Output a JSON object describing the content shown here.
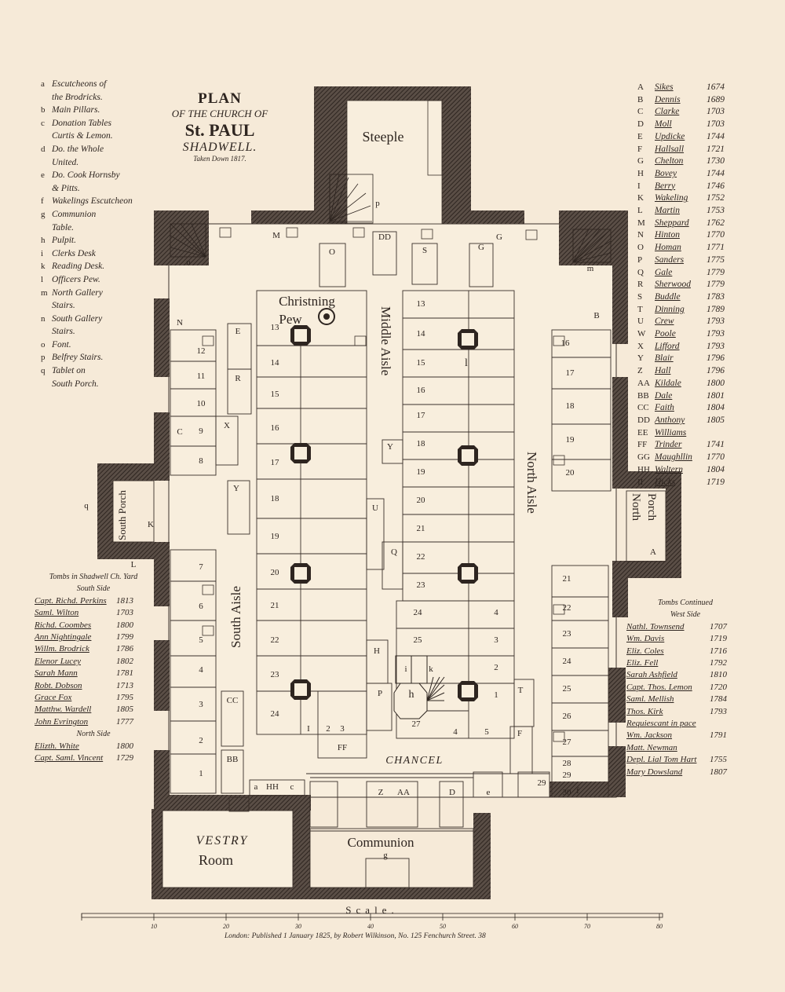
{
  "title": {
    "line1": "PLAN",
    "line2": "OF THE CHURCH OF",
    "line3": "St. PAUL",
    "line4": "SHADWELL.",
    "line5": "Taken Down 1817."
  },
  "key_left": [
    {
      "key": "a",
      "text": "Escutcheons of"
    },
    {
      "key": "",
      "text": "the Brodricks."
    },
    {
      "key": "b",
      "text": "Main Pillars."
    },
    {
      "key": "c",
      "text": "Donation Tables"
    },
    {
      "key": "",
      "text": "Curtis & Lemon."
    },
    {
      "key": "d",
      "text": "Do. the Whole"
    },
    {
      "key": "",
      "text": "United."
    },
    {
      "key": "e",
      "text": "Do. Cook Hornsby"
    },
    {
      "key": "",
      "text": "& Pitts."
    },
    {
      "key": "f",
      "text": "Wakelings Escutcheon"
    },
    {
      "key": "g",
      "text": "Communion"
    },
    {
      "key": "",
      "text": "Table."
    },
    {
      "key": "h",
      "text": "Pulpit."
    },
    {
      "key": "i",
      "text": "Clerks Desk"
    },
    {
      "key": "k",
      "text": "Reading Desk."
    },
    {
      "key": "l",
      "text": "Officers Pew."
    },
    {
      "key": "m",
      "text": "North Gallery"
    },
    {
      "key": "",
      "text": "Stairs."
    },
    {
      "key": "n",
      "text": "South Gallery"
    },
    {
      "key": "",
      "text": "Stairs."
    },
    {
      "key": "o",
      "text": "Font."
    },
    {
      "key": "p",
      "text": "Belfrey Stairs."
    },
    {
      "key": "q",
      "text": "Tablet on"
    },
    {
      "key": "",
      "text": "South Porch."
    }
  ],
  "key_right": [
    {
      "code": "A",
      "name": "Sikes",
      "year": "1674"
    },
    {
      "code": "B",
      "name": "Dennis",
      "year": "1689"
    },
    {
      "code": "C",
      "name": "Clarke",
      "year": "1703"
    },
    {
      "code": "D",
      "name": "Moll",
      "year": "1703"
    },
    {
      "code": "E",
      "name": "Updicke",
      "year": "1744"
    },
    {
      "code": "F",
      "name": "Hallsall",
      "year": "1721"
    },
    {
      "code": "G",
      "name": "Chelton",
      "year": "1730"
    },
    {
      "code": "H",
      "name": "Bovey",
      "year": "1744"
    },
    {
      "code": "I",
      "name": "Berry",
      "year": "1746"
    },
    {
      "code": "K",
      "name": "Wakeling",
      "year": "1752"
    },
    {
      "code": "L",
      "name": "Martin",
      "year": "1753"
    },
    {
      "code": "M",
      "name": "Sheppard",
      "year": "1762"
    },
    {
      "code": "N",
      "name": "Hinton",
      "year": "1770"
    },
    {
      "code": "O",
      "name": "Homan",
      "year": "1771"
    },
    {
      "code": "P",
      "name": "Sanders",
      "year": "1775"
    },
    {
      "code": "Q",
      "name": "Gale",
      "year": "1779"
    },
    {
      "code": "R",
      "name": "Sherwood",
      "year": "1779"
    },
    {
      "code": "S",
      "name": "Buddle",
      "year": "1783"
    },
    {
      "code": "T",
      "name": "Dinning",
      "year": "1789"
    },
    {
      "code": "U",
      "name": "Crew",
      "year": "1793"
    },
    {
      "code": "W",
      "name": "Poole",
      "year": "1793"
    },
    {
      "code": "X",
      "name": "Lifford",
      "year": "1793"
    },
    {
      "code": "Y",
      "name": "Blair",
      "year": "1796"
    },
    {
      "code": "Z",
      "name": "Hall",
      "year": "1796"
    },
    {
      "code": "AA",
      "name": "Kildale",
      "year": "1800"
    },
    {
      "code": "BB",
      "name": "Dale",
      "year": "1801"
    },
    {
      "code": "CC",
      "name": "Faith",
      "year": "1804"
    },
    {
      "code": "DD",
      "name": "Anthony",
      "year": "1805"
    },
    {
      "code": "EE",
      "name": "Williams",
      "year": ""
    },
    {
      "code": "FF",
      "name": "Trinder",
      "year": "1741"
    },
    {
      "code": "GG",
      "name": "Maughllin",
      "year": "1770"
    },
    {
      "code": "HH",
      "name": "Waltern",
      "year": "1804"
    },
    {
      "code": "II",
      "name": "Hicks",
      "year": "1719"
    }
  ],
  "tombs_south": {
    "heading": "Tombs in Shadwell Ch. Yard",
    "subheading": "South Side",
    "entries": [
      {
        "name": "Capt. Richd. Perkins",
        "year": "1813"
      },
      {
        "name": "Saml. Wilton",
        "year": "1703"
      },
      {
        "name": "Richd. Coombes",
        "year": "1800"
      },
      {
        "name": "Ann Nightingale",
        "year": "1799"
      },
      {
        "name": "Willm. Brodrick",
        "year": "1786"
      },
      {
        "name": "Elenor Lucey",
        "year": "1802"
      },
      {
        "name": "Sarah Mann",
        "year": "1781"
      },
      {
        "name": "Robt. Dobson",
        "year": "1713"
      },
      {
        "name": "Grace Fox",
        "year": "1795"
      },
      {
        "name": "Matthw. Wardell",
        "year": "1805"
      },
      {
        "name": "John Evrington",
        "year": "1777"
      }
    ],
    "north_heading": "North Side",
    "north_entries": [
      {
        "name": "Elizth. White",
        "year": "1800"
      },
      {
        "name": "Capt. Saml. Vincent",
        "year": "1729"
      }
    ]
  },
  "tombs_west": {
    "heading": "Tombs Continued",
    "subheading": "West Side",
    "entries": [
      {
        "name": "Nathl. Townsend",
        "year": "1707"
      },
      {
        "name": "Wm. Davis",
        "year": "1719"
      },
      {
        "name": "Eliz. Coles",
        "year": "1716"
      },
      {
        "name": "Eliz. Fell",
        "year": "1792"
      },
      {
        "name": "Sarah Ashfield",
        "year": "1810"
      },
      {
        "name": "Capt. Thos. Lemon",
        "year": "1720"
      },
      {
        "name": "Saml. Mellish",
        "year": "1784"
      },
      {
        "name": "Thos. Kirk",
        "year": "1793"
      },
      {
        "name": "Requiescant in pace",
        "year": ""
      },
      {
        "name": "Wm. Jackson",
        "year": "1791"
      },
      {
        "name": "Matt. Newman",
        "year": ""
      },
      {
        "name": "Depl. Lial Tom Hart",
        "year": "1755"
      },
      {
        "name": "Mary Dowsland",
        "year": "1807"
      }
    ]
  },
  "rooms": {
    "steeple": "Steeple",
    "christning_pew_1": "Christning",
    "christning_pew_2": "Pew",
    "middle_aisle": "Middle Aisle",
    "north_aisle": "North Aisle",
    "south_aisle": "South Aisle",
    "south_porch": "South Porch",
    "north_porch_1": "North",
    "north_porch_2": "Porch",
    "chancel": "CHANCEL",
    "vestry_1": "VESTRY",
    "vestry_2": "Room",
    "communion": "Communion"
  },
  "plan_labels": [
    "O",
    "DD",
    "S",
    "G",
    "M",
    "G",
    "n",
    "m",
    "p",
    "E",
    "R",
    "X",
    "Y",
    "Y",
    "U",
    "Q",
    "H",
    "P",
    "T",
    "F",
    "D",
    "Z",
    "AA",
    "BB",
    "CC",
    "FF",
    "K",
    "L",
    "A",
    "B",
    "C",
    "N",
    "I",
    "a",
    "HH",
    "c",
    "e",
    "f",
    "g",
    "i",
    "k",
    "h",
    "l",
    "q",
    "1",
    "2",
    "3",
    "4",
    "5",
    "6",
    "7",
    "8",
    "9",
    "10",
    "11",
    "12",
    "13",
    "14",
    "15",
    "16",
    "17",
    "18",
    "19",
    "20",
    "21",
    "22",
    "23",
    "24",
    "25",
    "26",
    "27",
    "28",
    "29",
    "30"
  ],
  "scale": {
    "label": "Scale.",
    "ticks": [
      "10",
      "20",
      "30",
      "40",
      "50",
      "60",
      "70",
      "80"
    ]
  },
  "publisher": "London: Published 1 January 1825, by Robert Wilkinson, No. 125 Fenchurch Street. 38"
}
